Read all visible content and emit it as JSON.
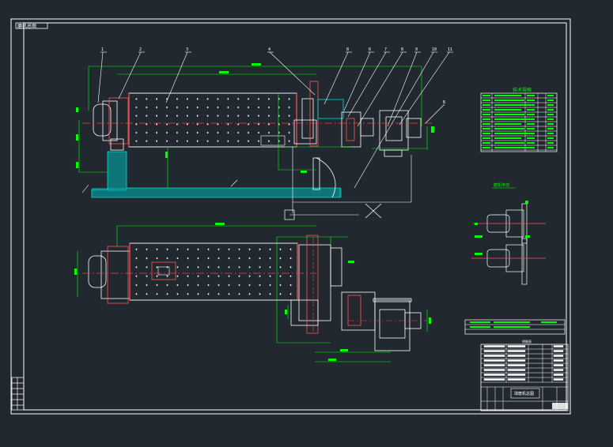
{
  "sheet": {
    "title_tag": "磨机总图",
    "colors": {
      "background": "#212830",
      "border": "#ffffff",
      "dimension": "#00ff00",
      "centerline": "#ff3b3b",
      "foundation": "#00d8d8",
      "outline": "#ffffff",
      "leader": "#ffff66",
      "callout": "#ff55ff"
    }
  },
  "callouts": [
    "1",
    "2",
    "3",
    "4",
    "8",
    "6",
    "7",
    "8",
    "9",
    "10",
    "11"
  ],
  "section_labels": {
    "right_section_mark": "B"
  },
  "right_panel": {
    "spec_table_title": "技术规格",
    "sub_title": "磨机传动",
    "parts_header": "明细表",
    "title_block_name": "球磨机总图"
  }
}
